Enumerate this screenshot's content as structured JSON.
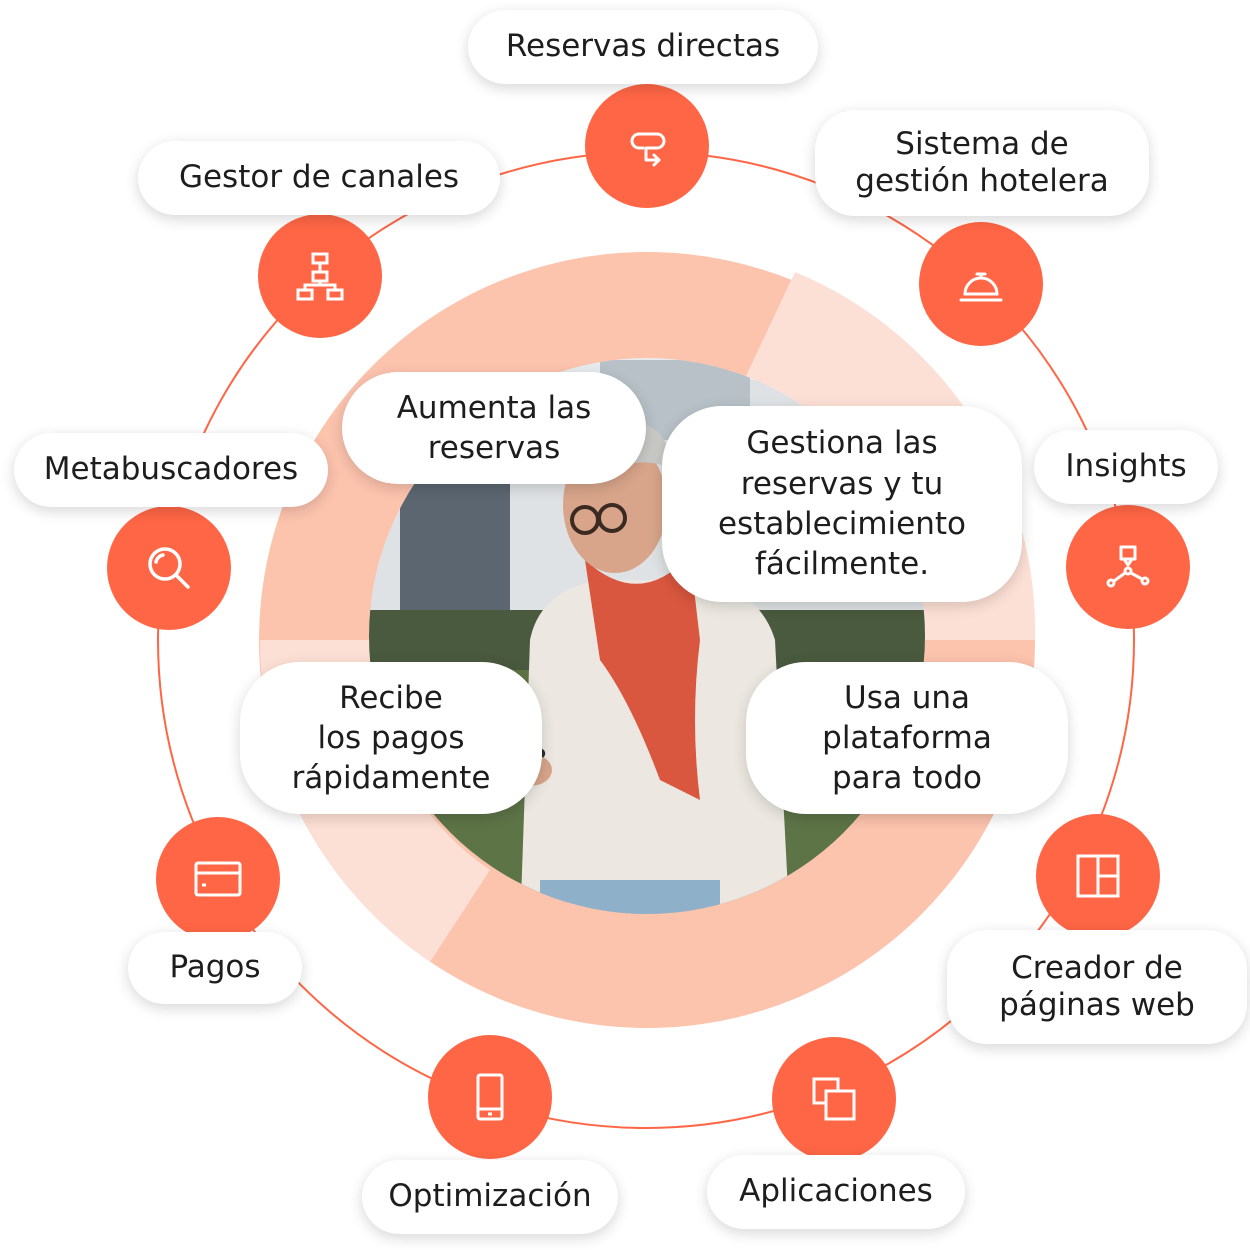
{
  "colors": {
    "accent": "#ff6645",
    "ring_outer": "#fcc3ad",
    "ring_light": "#fde0d5",
    "line": "#ff6645"
  },
  "features": {
    "direct_bookings": {
      "label": "Reservas directas",
      "icon": "flow-arrow-icon"
    },
    "pms": {
      "label_line1": "Sistema de",
      "label_line2": "gestión hotelera",
      "icon": "service-bell-icon"
    },
    "insights": {
      "label": "Insights",
      "icon": "network-nodes-icon"
    },
    "website_builder": {
      "label_line1": "Creador de",
      "label_line2": "páginas web",
      "icon": "layout-grid-icon"
    },
    "apps": {
      "label": "Aplicaciones",
      "icon": "copy-windows-icon"
    },
    "optimization": {
      "label": "Optimización",
      "icon": "mobile-phone-icon"
    },
    "payments": {
      "label": "Pagos",
      "icon": "credit-card-icon"
    },
    "metasearch": {
      "label": "Metabuscadores",
      "icon": "magnifier-icon"
    },
    "channel_manager": {
      "label": "Gestor de canales",
      "icon": "sitemap-icon"
    }
  },
  "benefits": {
    "increase": {
      "line1": "Aumenta las",
      "line2": "reservas"
    },
    "manage": {
      "line1": "Gestiona las",
      "line2": "reservas y tu",
      "line3": "establecimiento",
      "line4": "fácilmente."
    },
    "payments": {
      "line1": "Recibe",
      "line2": "los pagos",
      "line3": "rápidamente"
    },
    "platform": {
      "line1": "Usa una",
      "line2": "plataforma",
      "line3": "para todo"
    }
  }
}
